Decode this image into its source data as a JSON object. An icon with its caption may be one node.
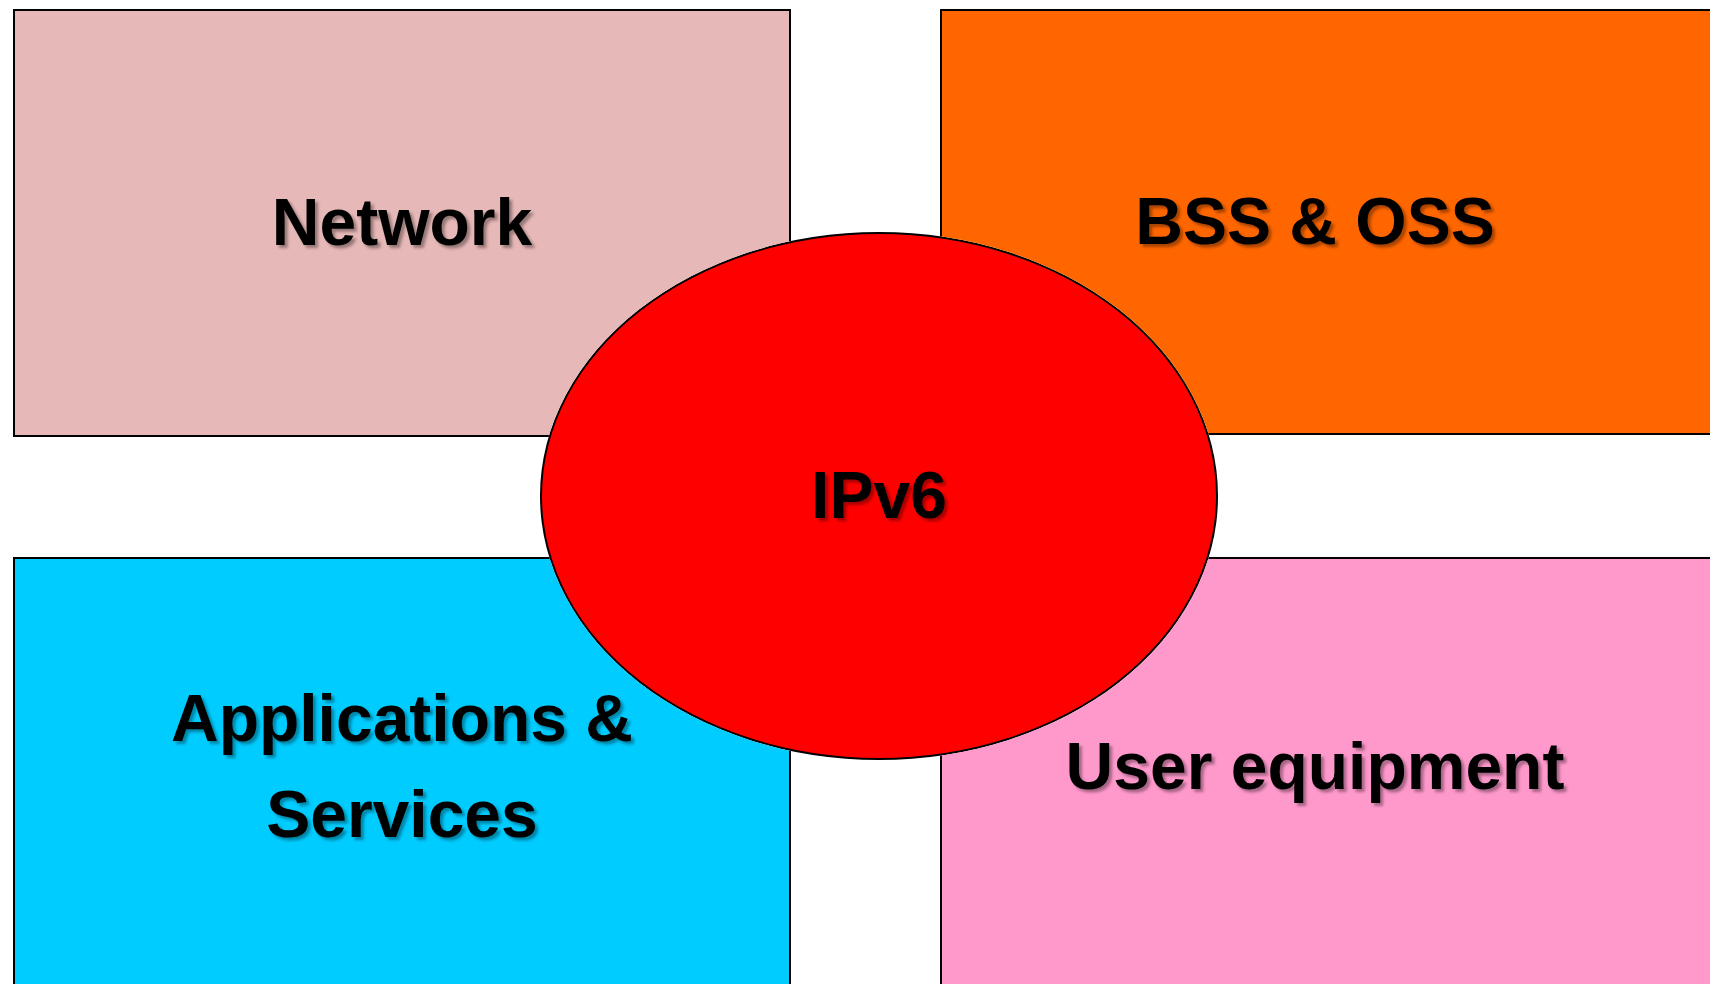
{
  "diagram": {
    "nodes": [
      {
        "text": [
          "Network"
        ]
      },
      {
        "text": [
          "BSS & OSS"
        ]
      },
      {
        "text": [
          "IPv6"
        ]
      },
      {
        "text": [
          "Applications & Services"
        ]
      },
      {
        "text": [
          "User equipment"
        ]
      }
    ]
  }
}
